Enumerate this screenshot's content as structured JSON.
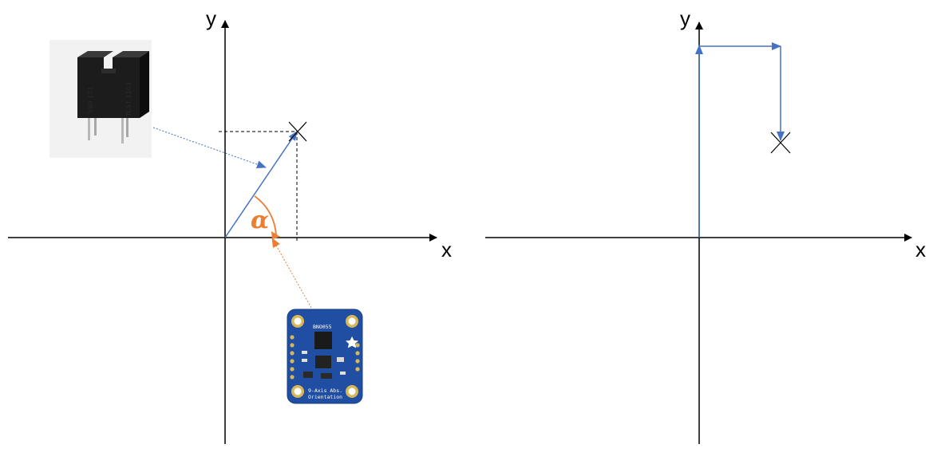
{
  "left_diagram": {
    "x_axis_label": "x",
    "y_axis_label": "y",
    "angle_label": "α",
    "optical_sensor": {
      "marking_1": "V89 131",
      "marking_2": "TCST 1103"
    },
    "imu_board": {
      "chip_label": "BNO055",
      "caption_line_1": "9-Axis Abs.",
      "caption_line_2": "Orientation"
    }
  },
  "right_diagram": {
    "x_axis_label": "x",
    "y_axis_label": "y"
  },
  "colors": {
    "axis": "#000000",
    "vector": "#4472C4",
    "angle": "#ED7D31",
    "pcb": "#1f4ea3"
  }
}
